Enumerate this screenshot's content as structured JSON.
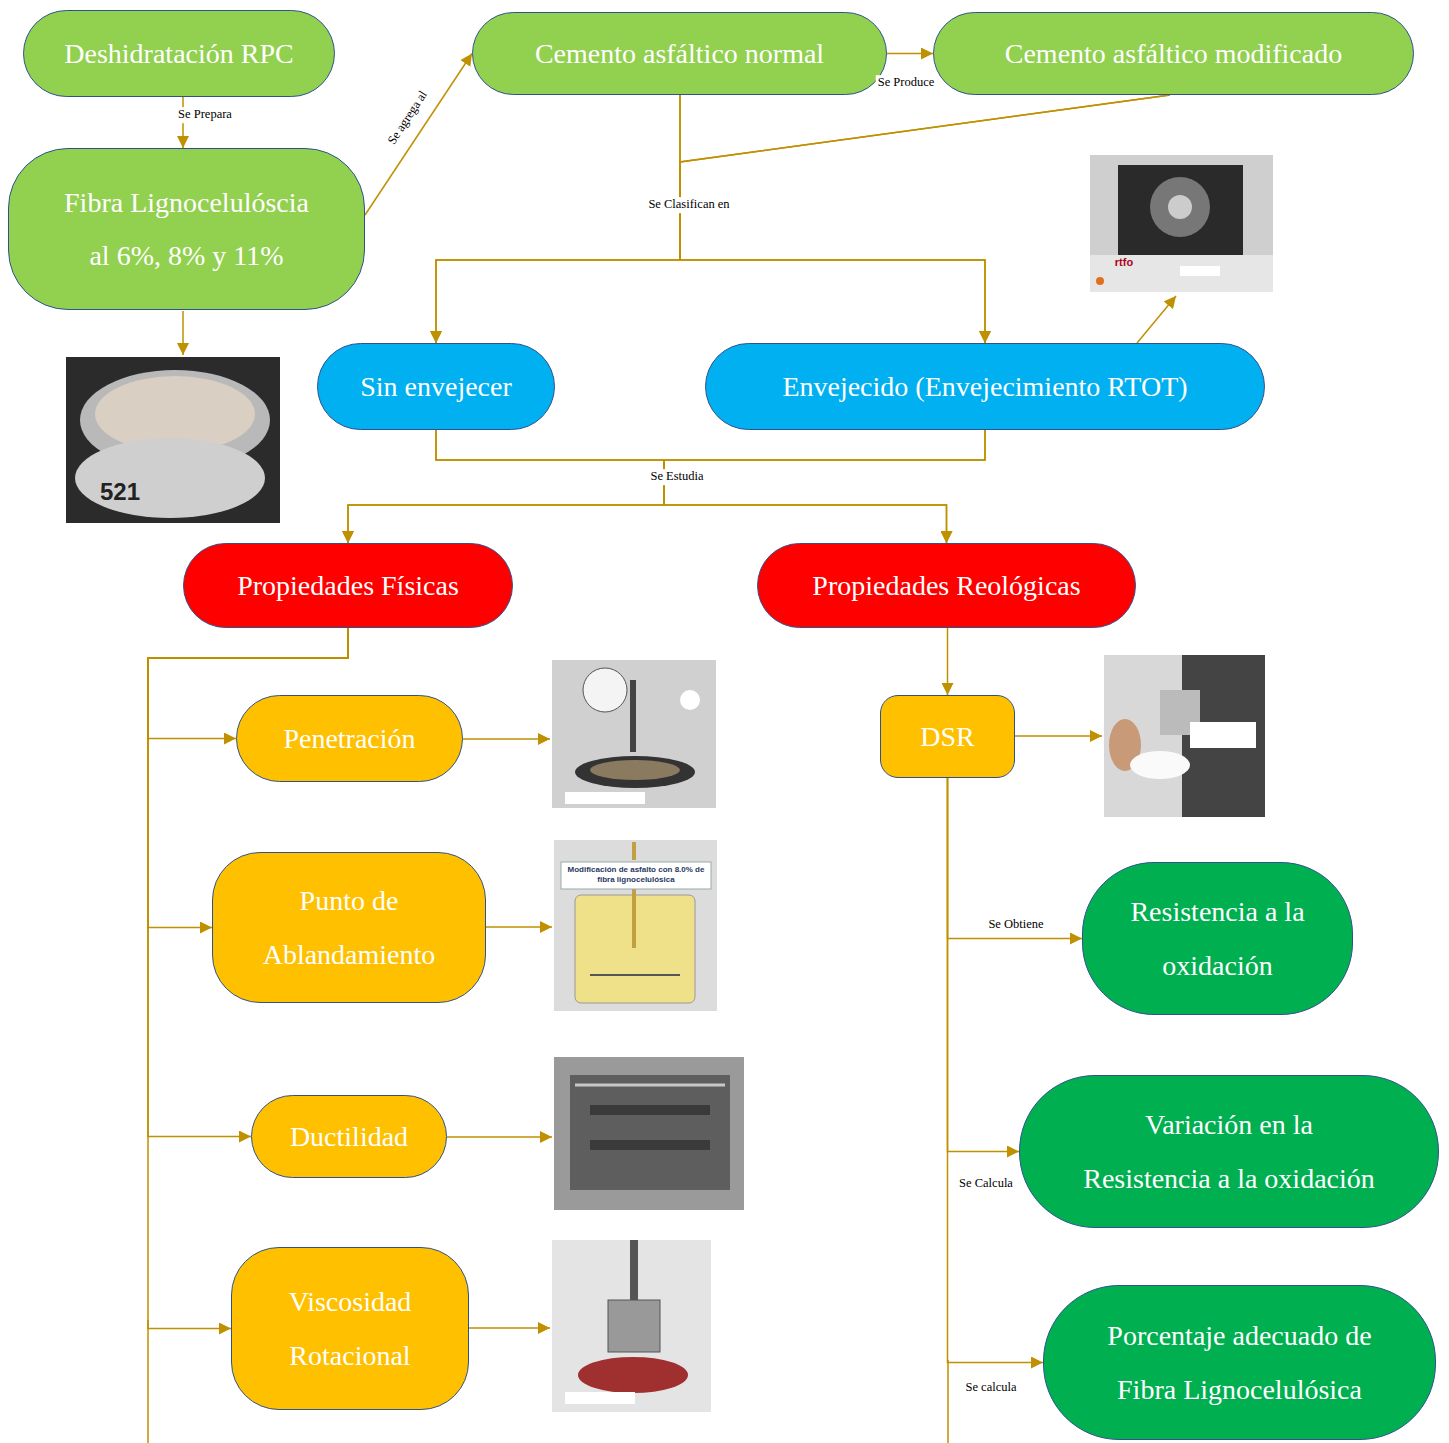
{
  "diagram": {
    "nodes": [
      {
        "text": [
          "Deshidratación RPC"
        ]
      },
      {
        "text": [
          "Cemento asfáltico normal"
        ]
      },
      {
        "text": [
          "Cemento asfáltico modificado"
        ]
      },
      {
        "text": [
          "Fibra Lignocelulóscia al 6%, 8% y 11%"
        ]
      },
      {
        "text": [
          "Sin envejecer"
        ]
      },
      {
        "text": [
          "Envejecido (Envejecimiento RTOT)"
        ]
      },
      {
        "text": [
          "Propiedades Físicas"
        ]
      },
      {
        "text": [
          "Propiedades Reológicas"
        ]
      },
      {
        "text": [
          "Penetración"
        ]
      },
      {
        "text": [
          "DSR"
        ]
      },
      {
        "text": [
          "Punto de Ablandamiento"
        ]
      },
      {
        "text": [
          "Resistencia a la oxidación"
        ]
      },
      {
        "text": [
          "Ductilidad"
        ]
      },
      {
        "text": [
          "Variación en la Resistencia a la oxidación"
        ]
      },
      {
        "text": [
          "Viscosidad Rotacional"
        ]
      },
      {
        "text": [
          "Porcentaje adecuado de Fibra Lignocelulósica"
        ]
      }
    ],
    "edges": [
      {
        "from": 0,
        "to": 3,
        "label": "Se Prepara",
        "arrow": "to"
      },
      {
        "from": 3,
        "to": 1,
        "label": "Se agrega al",
        "arrow": "to"
      },
      {
        "from": 1,
        "to": 2,
        "label": "Se Produce",
        "arrow": "to"
      },
      {
        "from": 1,
        "to": 4,
        "label": "Se Clasifican en",
        "arrow": "to"
      },
      {
        "from": 1,
        "to": 5,
        "arrow": "to"
      },
      {
        "from": 2,
        "to": 4,
        "arrow": "to"
      },
      {
        "from": 2,
        "to": 5,
        "arrow": "to"
      },
      {
        "from": 4,
        "to": 6,
        "label": "Se Estudia",
        "arrow": "to"
      },
      {
        "from": 4,
        "to": 7,
        "arrow": "to"
      },
      {
        "from": 5,
        "to": 6,
        "arrow": "to"
      },
      {
        "from": 5,
        "to": 7,
        "arrow": "to"
      },
      {
        "from": 6,
        "to": 8,
        "arrow": "to"
      },
      {
        "from": 6,
        "to": 10,
        "arrow": "to"
      },
      {
        "from": 6,
        "to": 12,
        "arrow": "to"
      },
      {
        "from": 6,
        "to": 14,
        "arrow": "to"
      },
      {
        "from": 7,
        "to": 9,
        "arrow": "to"
      },
      {
        "from": 9,
        "to": 11,
        "label": "Se Obtiene",
        "arrow": "to"
      },
      {
        "from": 9,
        "to": 13,
        "label": "Se Calcula",
        "arrow": "to"
      },
      {
        "from": 9,
        "to": 15,
        "label": "Se calcula",
        "arrow": "to"
      }
    ],
    "labels": [
      "521",
      "rtfo",
      "Modificación de asfalto con 8.0% de fibra lignocelulósica"
    ]
  }
}
